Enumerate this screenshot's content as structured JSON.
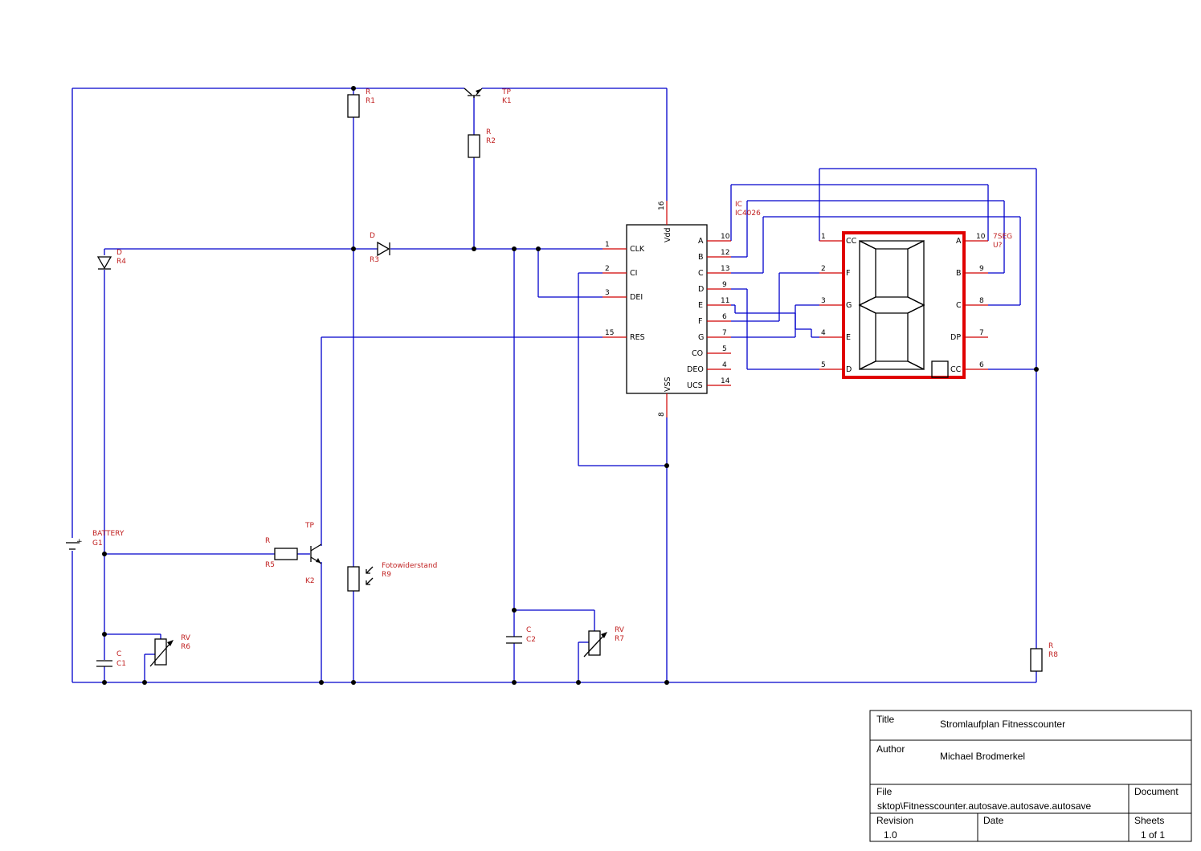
{
  "components": {
    "r1": {
      "type": "R",
      "ref": "R1"
    },
    "k1": {
      "type": "TP",
      "ref": "K1"
    },
    "r2": {
      "type": "R",
      "ref": "R2"
    },
    "r4": {
      "type": "D",
      "ref": "R4"
    },
    "r3": {
      "type": "D",
      "ref": "R3"
    },
    "ic": {
      "type": "IC",
      "ref": "IC4026"
    },
    "seg": {
      "type": "7SEG",
      "ref": "U?"
    },
    "g1": {
      "type": "BATTERY",
      "ref": "G1"
    },
    "k2": {
      "type": "TP",
      "ref": "K2"
    },
    "r5": {
      "type": "R",
      "ref": "R5"
    },
    "r9": {
      "type": "Fotowiderstand",
      "ref": "R9"
    },
    "c1": {
      "type": "C",
      "ref": "C1"
    },
    "r6": {
      "type": "RV",
      "ref": "R6"
    },
    "c2": {
      "type": "C",
      "ref": "C2"
    },
    "r7": {
      "type": "RV",
      "ref": "R7"
    },
    "r8": {
      "type": "R",
      "ref": "R8"
    }
  },
  "ic4026": {
    "left_pins": [
      {
        "num": "1",
        "name": "CLK"
      },
      {
        "num": "2",
        "name": "CI"
      },
      {
        "num": "3",
        "name": "DEI"
      },
      {
        "num": "15",
        "name": "RES"
      }
    ],
    "right_pins": [
      {
        "num": "10",
        "name": "A"
      },
      {
        "num": "12",
        "name": "B"
      },
      {
        "num": "13",
        "name": "C"
      },
      {
        "num": "9",
        "name": "D"
      },
      {
        "num": "11",
        "name": "E"
      },
      {
        "num": "6",
        "name": "F"
      },
      {
        "num": "7",
        "name": "G"
      },
      {
        "num": "5",
        "name": "CO"
      },
      {
        "num": "4",
        "name": "DEO"
      },
      {
        "num": "14",
        "name": "UCS"
      }
    ],
    "top_pin": {
      "num": "16",
      "name": "Vdd"
    },
    "bottom_pin": {
      "num": "8",
      "name": "VSS"
    }
  },
  "seven_seg": {
    "left_pins": [
      {
        "num": "1",
        "name": "CC"
      },
      {
        "num": "2",
        "name": "F"
      },
      {
        "num": "3",
        "name": "G"
      },
      {
        "num": "4",
        "name": "E"
      },
      {
        "num": "5",
        "name": "D"
      }
    ],
    "right_pins": [
      {
        "num": "10",
        "name": "A"
      },
      {
        "num": "9",
        "name": "B"
      },
      {
        "num": "8",
        "name": "C"
      },
      {
        "num": "7",
        "name": "DP"
      },
      {
        "num": "6",
        "name": "CC"
      }
    ],
    "highlight_color": "#e00000"
  },
  "battery_sign": "+",
  "title_block": {
    "title_label": "Title",
    "title_value": "Stromlaufplan Fitnesscounter",
    "author_label": "Author",
    "author_value": "Michael Brodmerkel",
    "file_label": "File",
    "file_value": "sktop\\Fitnesscounter.autosave.autosave.autosave",
    "document_label": "Document",
    "revision_label": "Revision",
    "revision_value": "1.0",
    "date_label": "Date",
    "sheets_label": "Sheets",
    "sheets_value": "1 of 1"
  },
  "colors": {
    "wire": "#0000cc",
    "reference": "#c02020",
    "pin": "#d00000"
  }
}
